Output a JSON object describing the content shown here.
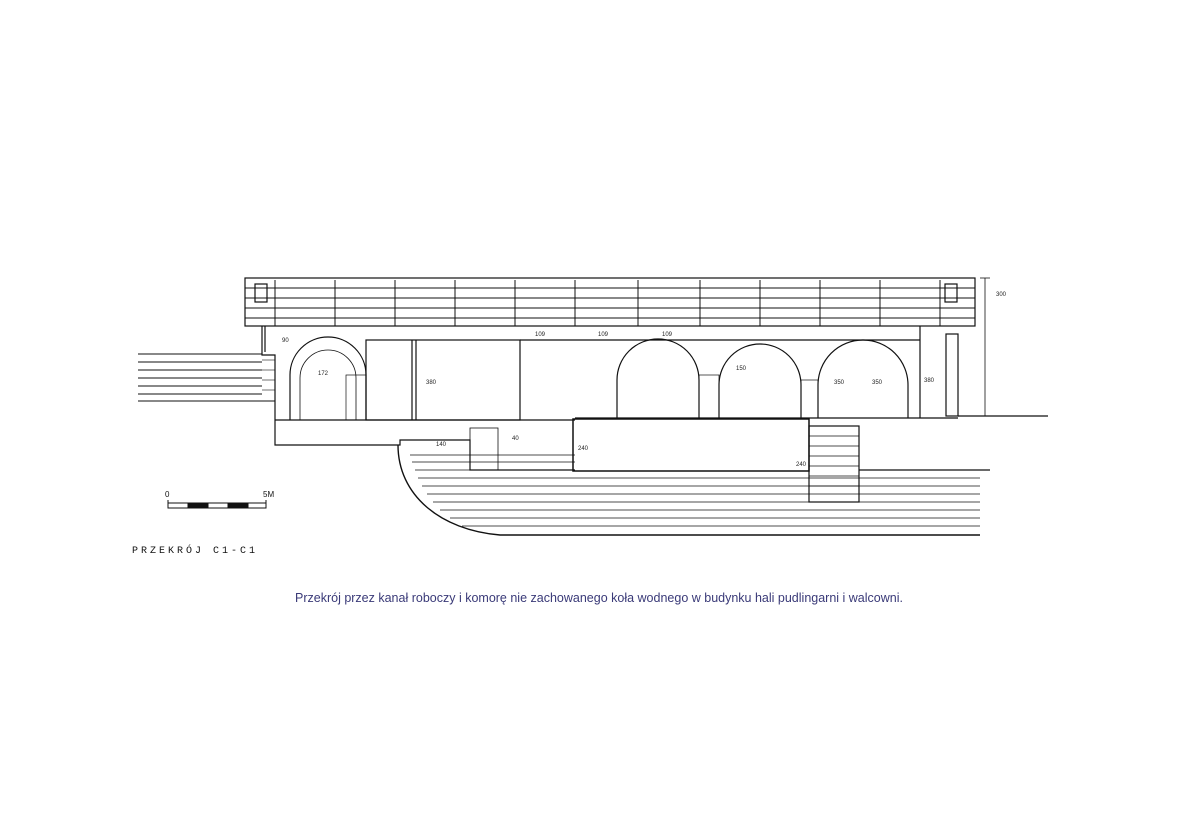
{
  "drawing": {
    "section_label": "PRZEKRÓJ C1-C1",
    "scale_start": "0",
    "scale_end": "5M",
    "dimensions": [
      "109",
      "109",
      "109",
      "90",
      "172",
      "380",
      "150",
      "350",
      "350",
      "380",
      "300",
      "140",
      "240",
      "240",
      "40"
    ]
  },
  "caption": "Przekrój przez kanał roboczy i komorę nie zachowanego koła wodnego w budynku hali pudlingarni i walcowni."
}
